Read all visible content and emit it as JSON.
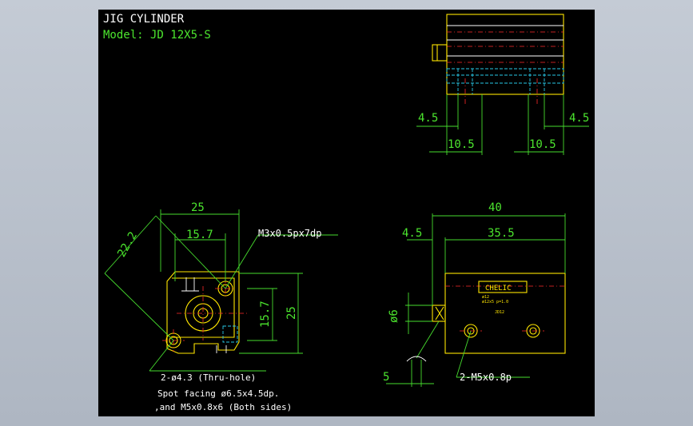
{
  "header": {
    "title": "JIG CYLINDER",
    "model": "Model:  JD 12X5-S"
  },
  "dimensions": {
    "top_left_45": "4.5",
    "top_right_45": "4.5",
    "top_left_105": "10.5",
    "top_right_105": "10.5",
    "front_25_top": "25",
    "front_157_top": "15.7",
    "front_222": "22.2",
    "front_157_side": "15.7",
    "front_25_side": "25",
    "side_40": "40",
    "side_45": "4.5",
    "side_355": "35.5",
    "side_phi6": "ø6",
    "side_5": "5"
  },
  "callouts": {
    "tap": "M3x0.5px7dp",
    "thru_hole": "2-ø4.3 (Thru-hole)",
    "spot_facing": "Spot facing ø6.5x4.5dp.",
    "and_tap": ",and M5x0.8x6 (Both sides)",
    "side_tap": "2-M5x0.8p"
  },
  "label_plate": {
    "brand": "CHELIC",
    "line1": "ø12",
    "line2": "ø12x5 p=1.0",
    "line3": "JD12"
  },
  "colors": {
    "background": "#000000",
    "outline": "#ffe600",
    "dimension": "#46dc2e",
    "centerline": "#ff2a2a",
    "hidden": "#28c8e6",
    "text": "#ffffff"
  }
}
